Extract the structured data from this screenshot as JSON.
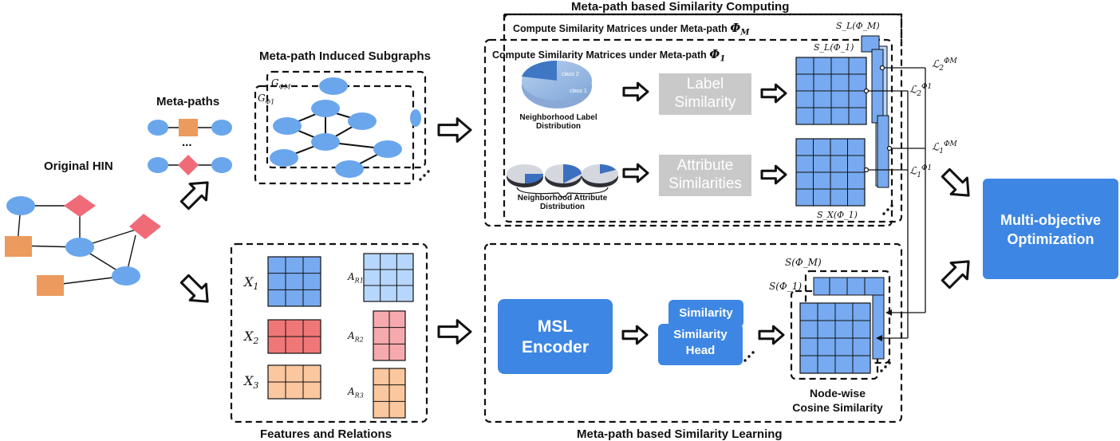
{
  "titles": {
    "original_hin": "Original HIN",
    "meta_paths": "Meta-paths",
    "meta_paths_dots": "...",
    "subgraphs": "Meta-path Induced Subgraphs",
    "features_relations": "Features and Relations",
    "similarity_computing": "Meta-path based Similarity Computing",
    "similarity_learning": "Meta-path based Similarity Learning",
    "compute_M": "Compute Similarity Matrices under Meta-path",
    "compute_M_sym": "Φ",
    "compute_M_sub": "M",
    "compute_1": "Compute Similarity Matrices under Meta-path",
    "compute_1_sym": "Φ",
    "compute_1_sub": "1"
  },
  "subgraph_labels": {
    "g_phi_m": "G",
    "g_phi_m_sub": "ΦM",
    "g_phi_1": "G",
    "g_phi_1_sub": "Φ1"
  },
  "computing": {
    "label_sim_line1": "Label",
    "label_sim_line2": "Similarity",
    "attr_sim_line1": "Attribute",
    "attr_sim_line2": "Similarities",
    "neighborhood_label_line1": "Neighborhood Label",
    "neighborhood_label_line2": "Distribution",
    "neighborhood_attr_line1": "Neighborhood Attribute",
    "neighborhood_attr_line2": "Distribution",
    "pie_class2": "class 2",
    "pie_class1": "class 1",
    "sl_phi_m": "S_L(Φ_M)",
    "sl_phi_1": "S_L(Φ_1)",
    "sx_phi_1": "S_X(Φ_1)"
  },
  "losses": {
    "l2_m": "ℒ",
    "l2_m_sub": "2",
    "l2_m_sup": "ΦM",
    "l2_1": "ℒ",
    "l2_1_sub": "2",
    "l2_1_sup": "Φ1",
    "l1_m": "ℒ",
    "l1_m_sub": "1",
    "l1_m_sup": "ΦM",
    "l1_1": "ℒ",
    "l1_1_sub": "1",
    "l1_1_sup": "Φ1"
  },
  "features": {
    "x1": "X",
    "x1_sub": "1",
    "x2": "X",
    "x2_sub": "2",
    "x3": "X",
    "x3_sub": "3",
    "ar1": "A",
    "ar1_sub": "R1",
    "ar2": "A",
    "ar2_sub": "R2",
    "ar3": "A",
    "ar3_sub": "R3"
  },
  "learning": {
    "msl_line1": "MSL",
    "msl_line2": "Encoder",
    "head_back": "Similarity",
    "head_front_line1": "Similarity",
    "head_front_line2": "Head",
    "s_phi_m": "S(Φ_M)",
    "s_phi_1": "S(Φ_1)",
    "nodewise_line1": "Node-wise",
    "nodewise_line2": "Cosine Similarity"
  },
  "optimization": {
    "line1": "Multi-objective",
    "line2": "Optimization"
  },
  "colors": {
    "node_blue": "#6aa6ec",
    "node_orange": "#ec9a5e",
    "node_pink": "#f06b78",
    "grid_blue": "#77aaf0",
    "grid_light_blue": "#b7d6fb",
    "grid_red": "#f07777",
    "grid_light_red": "#f6aaae",
    "grid_orange": "#fbc79e",
    "box_gray": "#c9c9c9",
    "box_blue": "#3d86e3"
  }
}
